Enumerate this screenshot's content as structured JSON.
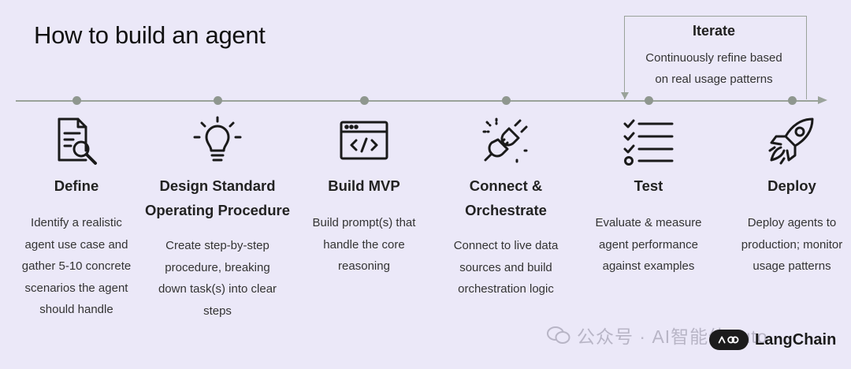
{
  "title": "How to build an agent",
  "iterate": {
    "title": "Iterate",
    "description_lines": [
      "Continuously refine based",
      "on real usage patterns"
    ]
  },
  "steps": [
    {
      "icon": "document-search-icon",
      "label_lines": [
        "Define"
      ],
      "desc_lines": [
        "Identify a realistic",
        "agent use case and",
        "gather 5-10 concrete",
        "scenarios the agent",
        "should handle"
      ]
    },
    {
      "icon": "lightbulb-icon",
      "label_lines": [
        "Design Standard",
        "Operating Procedure"
      ],
      "desc_lines": [
        "Create step-by-step",
        "procedure, breaking",
        "down task(s) into clear",
        "steps"
      ]
    },
    {
      "icon": "code-window-icon",
      "label_lines": [
        "Build MVP"
      ],
      "desc_lines": [
        "Build prompt(s) that",
        "handle the core",
        "reasoning"
      ]
    },
    {
      "icon": "plug-connect-icon",
      "label_lines": [
        "Connect &",
        "Orchestrate"
      ],
      "desc_lines": [
        "Connect to live data",
        "sources and build",
        "orchestration logic"
      ]
    },
    {
      "icon": "checklist-icon",
      "label_lines": [
        "Test"
      ],
      "desc_lines": [
        "Evaluate & measure",
        "agent performance",
        "against examples"
      ]
    },
    {
      "icon": "rocket-icon",
      "label_lines": [
        "Deploy"
      ],
      "desc_lines": [
        "Deploy agents to",
        "production; monitor",
        "usage patterns"
      ]
    }
  ],
  "watermark": "公众号 · AI智能体Auto",
  "brand": "LangChain"
}
